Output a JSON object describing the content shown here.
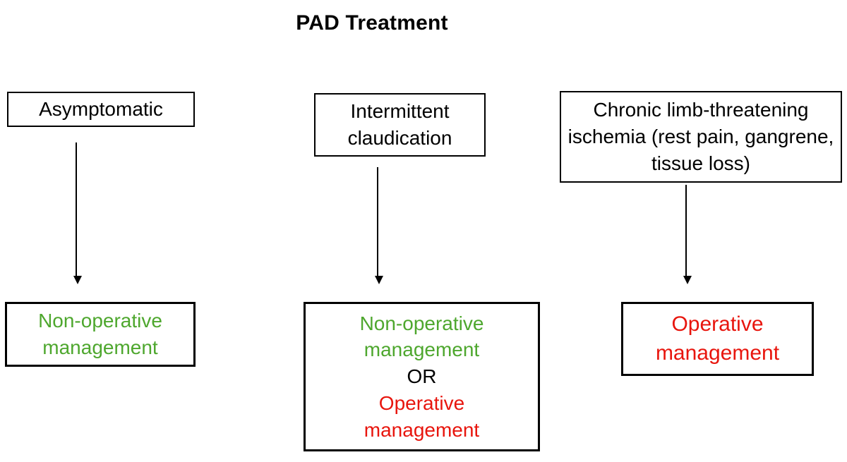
{
  "title": "PAD Treatment",
  "colors": {
    "green": "#4EA72E",
    "red": "#E8150D",
    "black": "#000000"
  },
  "columns": [
    {
      "condition": "Asymptomatic",
      "outcomes": [
        {
          "label": "Non-operative management",
          "color": "green"
        }
      ]
    },
    {
      "condition": "Intermittent claudication",
      "outcomes": [
        {
          "label": "Non-operative management",
          "color": "green"
        },
        {
          "label": "OR",
          "color": "black"
        },
        {
          "label": "Operative management",
          "color": "red"
        }
      ]
    },
    {
      "condition": "Chronic limb-threatening ischemia (rest pain, gangrene, tissue loss)",
      "outcomes": [
        {
          "label": "Operative management",
          "color": "red"
        }
      ]
    }
  ]
}
